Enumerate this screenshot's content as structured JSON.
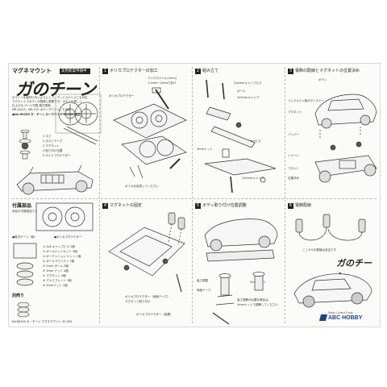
{
  "sheet": {
    "cover": {
      "kicker": "マグネマウント",
      "badge": "実用新案申請中",
      "logo": "ガのチーン",
      "desc": [
        "ボディーを傷付けないようにして、デッドスペースにも対応",
        "マグネットでボディが簡単に脱着でき、ボディを美しく",
        "仕上げる ゲージ付属 取付簡単、",
        "MR-02/03、MR-015 ボディマウントにも対応"
      ],
      "product": "●No.69255 ガ・チーン  ローマウント N1200 純正",
      "legend": [
        "1 ネジ",
        "2 ポストテープ",
        "3 マグネット",
        "4 貼り付け位置",
        "5 ガイドプロテクター"
      ]
    },
    "steps": {
      "s1": {
        "num": "1",
        "title": "ボリカプロテクターの加工",
        "notes": [
          "マイクロドリル(1mm)",
          "1.5mm〜2mm穴あけ",
          "ボリカプロテクター",
          "ボリカを用意してください"
        ]
      },
      "s2": {
        "num": "2",
        "title": "組み立て",
        "notes": [
          "2x4mmキャップビス",
          "ボール",
          "3x3mmキャップ",
          "2.6x6mmビス",
          "3mmナット",
          "2x5mmキャップ"
        ]
      },
      "s3": {
        "num": "3",
        "title": "電飾の配線とマグネットの位置決め",
        "notes": [
          "ボディ",
          "ジュラルミン製ボディステー",
          "マグネット",
          "バンパー",
          "シャーシ",
          "フロント",
          "位置決め"
        ]
      },
      "s4": {
        "num": "4",
        "title": "マグネットの固定",
        "notes": [
          "ボリカプロテクター（両面テープ）",
          "マグネット貼り付け",
          "ボリカプロテクター（接着）"
        ]
      },
      "s5": {
        "num": "5",
        "title": "ボディ取り付け位置調整",
        "notes": [
          "高さ調整",
          "両面テープ",
          "3mmナット",
          "高さ調節が必要な場合は、",
          "3mmナットで調節してください"
        ]
      },
      "s6": {
        "num": "6",
        "title": "電飾配線",
        "notes": [
          "ここからの配線は自由です"
        ]
      }
    },
    "parts": {
      "title": "付属部品",
      "subtitle": "本品の付属部品です",
      "gauge_label": "●取付ゲージ（紙）",
      "protector_label": "●ボリカプロテクター",
      "list": [
        "① 4x6 キャップビス  2個",
        "② ボールナットセット  2個",
        "③ ボーテンション ナット  1個",
        "④ ボールマウンテン  2個",
        "⑤ 2mm ボール  2個",
        "⑥ 3mm ナット  4個",
        "⑦ マグネット  4個",
        "⑧ アルミプレート  1個",
        "⑨ 3mmナット  2個"
      ],
      "extra_title": "別売り",
      "footer": "No.69255  ガ・チーン マグネマウント  ¥2,000"
    },
    "brand": {
      "name": "ABC HOBBY",
      "tagline": "Radio Control Parts"
    }
  }
}
